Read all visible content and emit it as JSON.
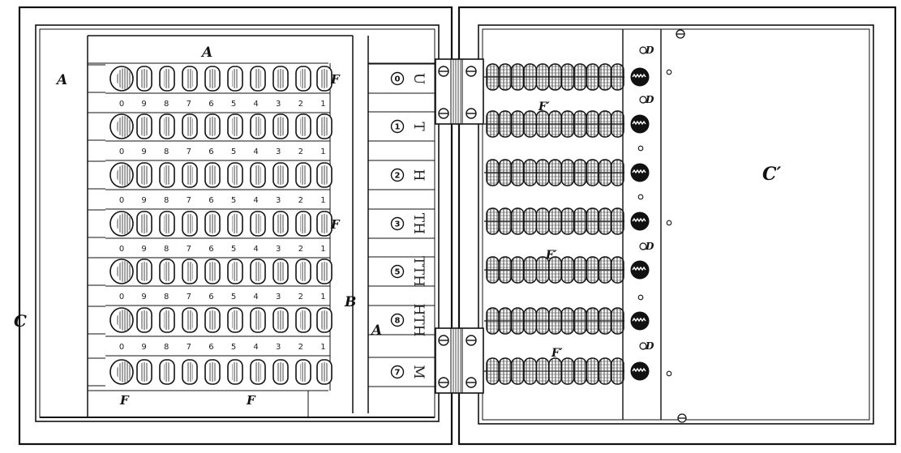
{
  "labels": {
    "left_panel": "C",
    "right_panel": "C′",
    "a_top": "A",
    "a_left": "A",
    "a_lower": "A",
    "b": "B",
    "f_row1": "F",
    "f_row4": "F",
    "f_bottom_left": "F",
    "f_bottom_mid": "F",
    "f_prime_1": "F′",
    "f_prime_2": "F′",
    "f_prime_3": "F′",
    "d_labels": [
      "D",
      "D",
      "D",
      "D"
    ]
  },
  "digit_strip": [
    "0",
    "9",
    "8",
    "7",
    "6",
    "5",
    "4",
    "3",
    "2",
    "1"
  ],
  "place_values": [
    {
      "number": "0",
      "letter": "U"
    },
    {
      "number": "1",
      "letter": "T"
    },
    {
      "number": "2",
      "letter": "H"
    },
    {
      "number": "3",
      "letter": "TH"
    },
    {
      "number": "5",
      "letter": "TTH"
    },
    {
      "number": "8",
      "letter": "HTH"
    },
    {
      "number": "7",
      "letter": "M"
    }
  ],
  "colors": {
    "ink": "#111111",
    "paper": "#ffffff",
    "hatch": "#444444"
  }
}
